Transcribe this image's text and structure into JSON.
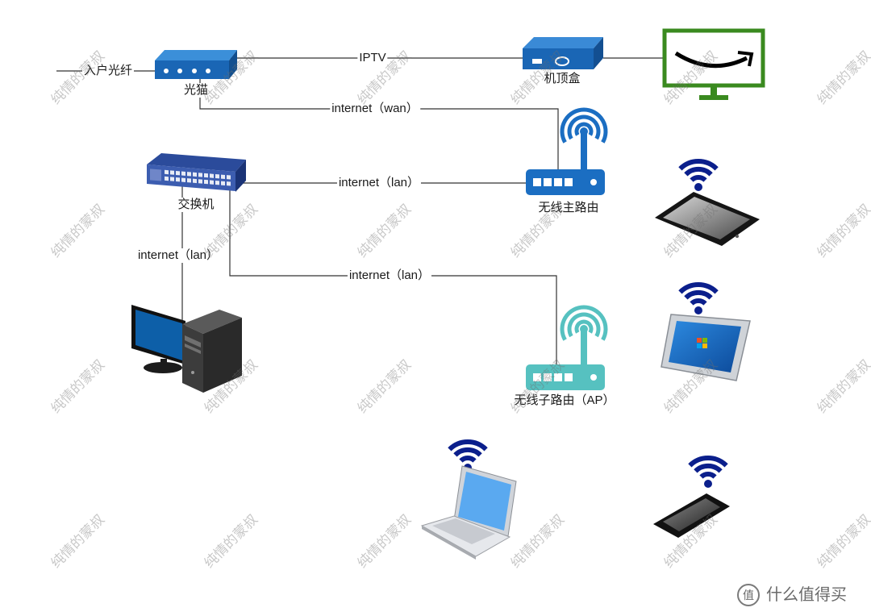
{
  "diagram": {
    "nodes": {
      "modem": {
        "label": "光猫"
      },
      "set_top_box": {
        "label": "机顶盒"
      },
      "switch": {
        "label": "交换机"
      },
      "main_router": {
        "label": "无线主路由"
      },
      "ap_router": {
        "label": "无线子路由（AP）"
      }
    },
    "edges": {
      "fiber": "入户光纤",
      "iptv": "IPTV",
      "wan": "internet（wan）",
      "switch_to_main_router": "internet（lan）",
      "switch_to_ap": "internet（lan）",
      "switch_to_desktop": "internet（lan）"
    }
  },
  "watermark": "纯情的蒙叔",
  "site_logo": {
    "badge": "值",
    "name": "什么值得买"
  },
  "colors": {
    "modem_blue": "#1a66b5",
    "router_blue": "#1b6ec2",
    "ap_teal": "#56c1c0",
    "tv_green": "#3a8a1f",
    "wifi": "#0b1f8c",
    "line": "#333333"
  },
  "icons": {
    "modem": "modem-icon",
    "set_top_box": "set-top-box-icon",
    "tv": "amazon-tv-icon",
    "switch": "network-switch-icon",
    "main_router": "wireless-router-icon",
    "ap_router": "wireless-ap-icon",
    "desktop": "desktop-computer-icon",
    "tablet": "tablet-icon",
    "windows_tablet": "windows-tablet-icon",
    "laptop": "laptop-icon",
    "phone": "smartphone-icon",
    "wifi": "wifi-signal-icon"
  }
}
